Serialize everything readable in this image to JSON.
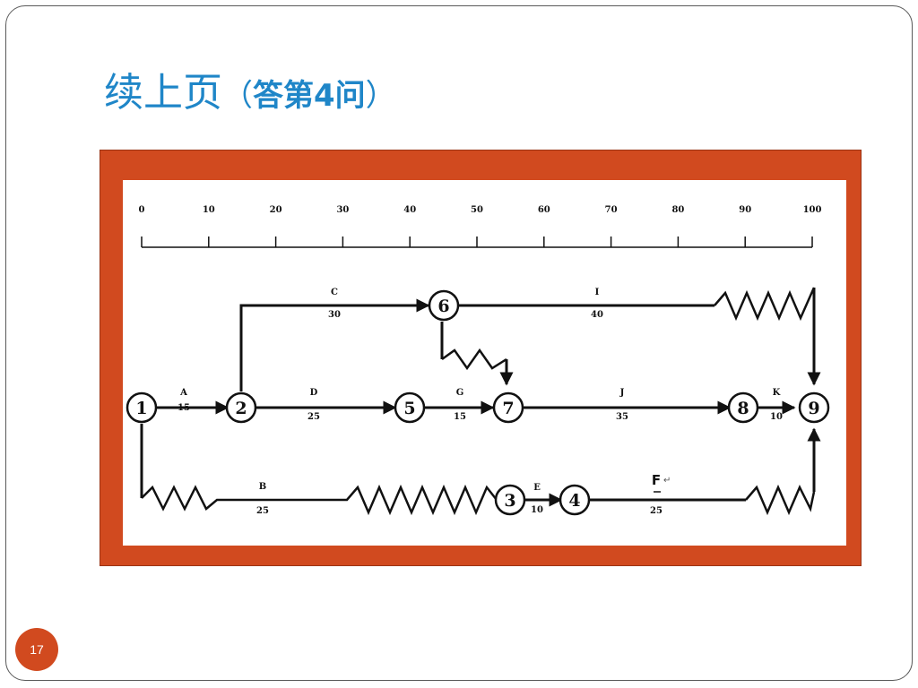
{
  "slide": {
    "title_main": "续上页",
    "title_paren_open": "（",
    "title_sub": "答第4问",
    "title_paren_close": "）",
    "page_number": "17"
  },
  "timeline": {
    "ticks": [
      "0",
      "10",
      "20",
      "30",
      "40",
      "50",
      "60",
      "70",
      "80",
      "90",
      "100"
    ]
  },
  "nodes": [
    "1",
    "2",
    "3",
    "4",
    "5",
    "6",
    "7",
    "8",
    "9"
  ],
  "activities": [
    {
      "name": "A",
      "duration": "15"
    },
    {
      "name": "B",
      "duration": "25"
    },
    {
      "name": "C",
      "duration": "30"
    },
    {
      "name": "D",
      "duration": "25"
    },
    {
      "name": "E",
      "duration": "10"
    },
    {
      "name": "F",
      "duration": "25"
    },
    {
      "name": "G",
      "duration": "15"
    },
    {
      "name": "I",
      "duration": "40"
    },
    {
      "name": "J",
      "duration": "35"
    },
    {
      "name": "K",
      "duration": "10"
    }
  ],
  "colors": {
    "title": "#1f86c8",
    "frame_accent": "#d14a1f",
    "diagram_ink": "#111111"
  }
}
